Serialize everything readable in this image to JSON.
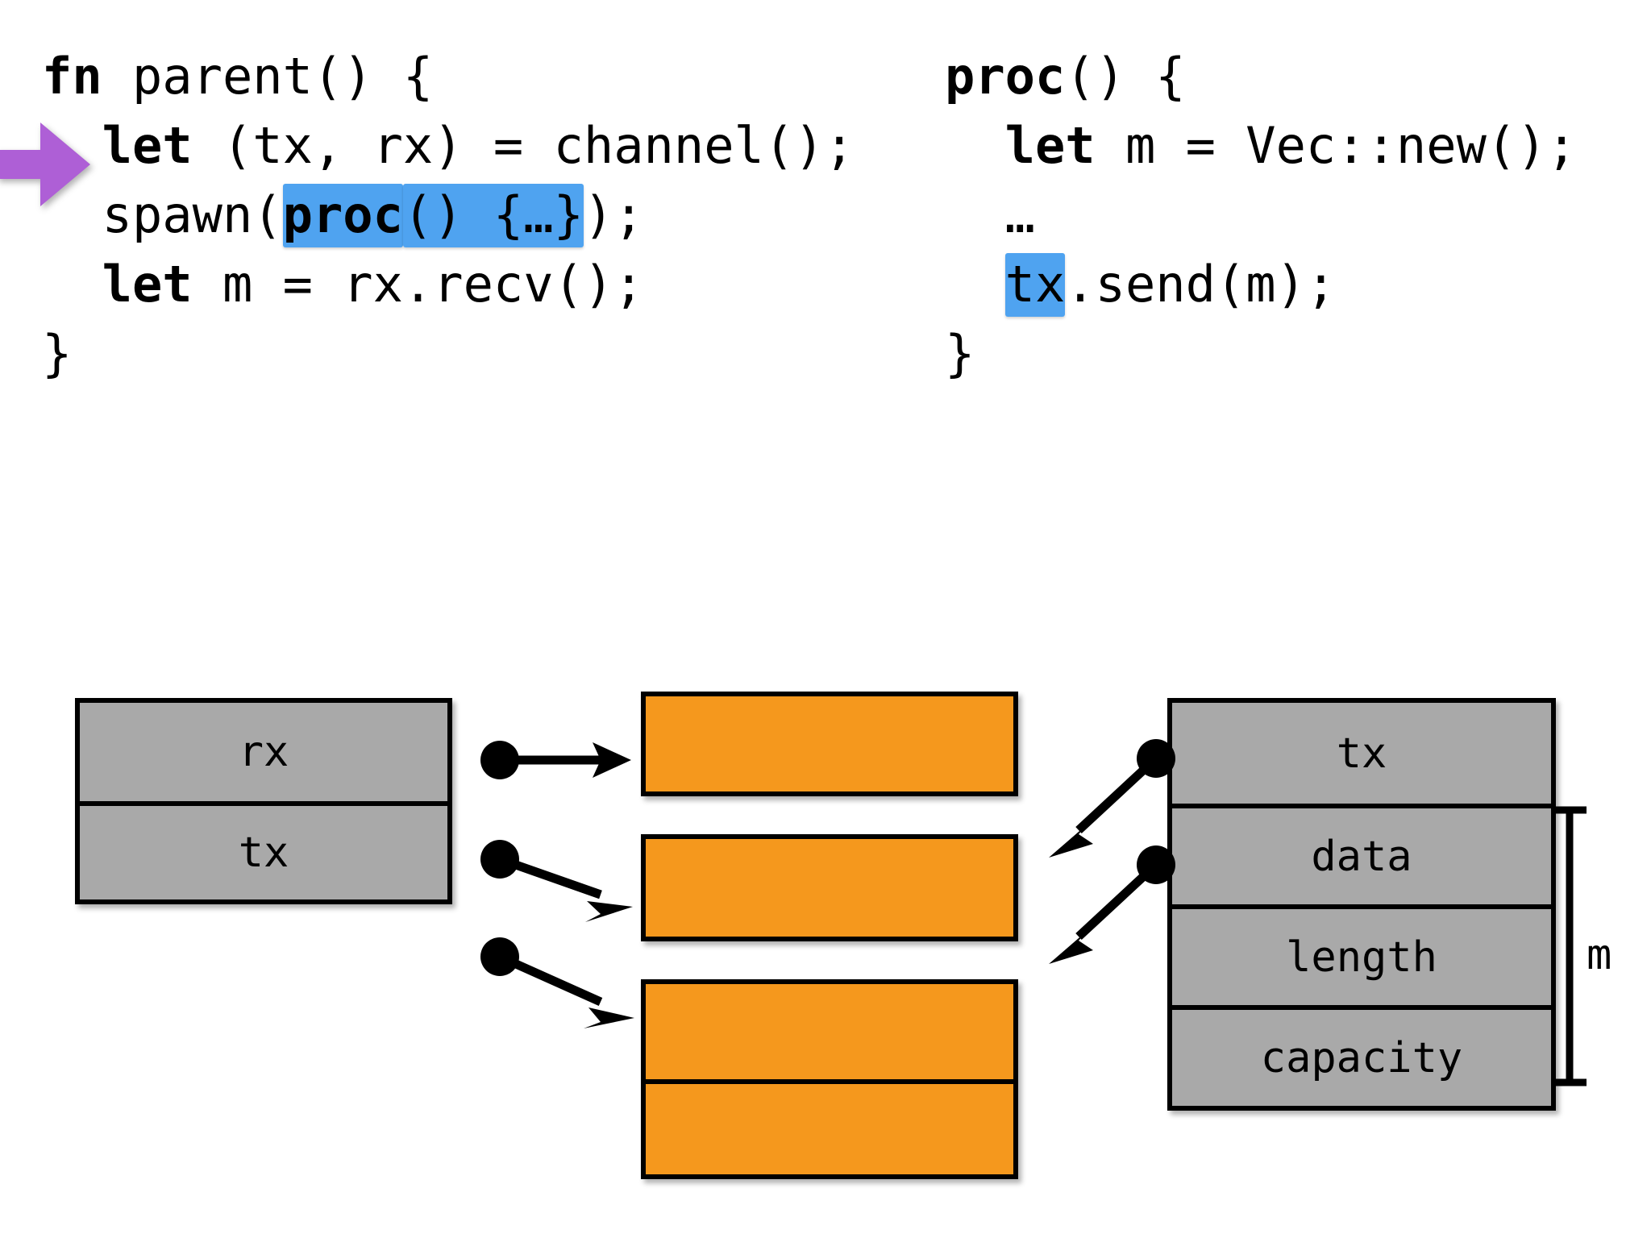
{
  "code": {
    "left": {
      "lines": [
        [
          {
            "t": "fn",
            "style": "kw"
          },
          {
            "t": " parent() {",
            "style": "plain"
          }
        ],
        [
          {
            "t": "  ",
            "style": "plain"
          },
          {
            "t": "let",
            "style": "kw"
          },
          {
            "t": " (tx, rx) = channel();",
            "style": "plain"
          }
        ],
        [
          {
            "t": "  spawn(",
            "style": "plain"
          },
          {
            "t": "proc",
            "style": "kw-hl"
          },
          {
            "t": "() {…}",
            "style": "hl"
          },
          {
            "t": ");",
            "style": "plain"
          }
        ],
        [
          {
            "t": "  ",
            "style": "plain"
          },
          {
            "t": "let",
            "style": "kw"
          },
          {
            "t": " m = rx.recv();",
            "style": "plain"
          }
        ],
        [
          {
            "t": "}",
            "style": "plain"
          }
        ]
      ]
    },
    "right": {
      "lines": [
        [
          {
            "t": "proc",
            "style": "kw"
          },
          {
            "t": "() {",
            "style": "plain"
          }
        ],
        [
          {
            "t": "  ",
            "style": "plain"
          },
          {
            "t": "let",
            "style": "kw"
          },
          {
            "t": " m = Vec::new();",
            "style": "plain"
          }
        ],
        [
          {
            "t": "  …",
            "style": "plain"
          }
        ],
        [
          {
            "t": "  ",
            "style": "plain"
          },
          {
            "t": "tx",
            "style": "hl"
          },
          {
            "t": ".send(m);",
            "style": "plain"
          }
        ],
        [
          {
            "t": "}",
            "style": "plain"
          }
        ]
      ]
    }
  },
  "diagram": {
    "struct_left": {
      "name": "channel-endpoints",
      "cells": [
        "rx",
        "tx"
      ]
    },
    "struct_right": {
      "name": "vec-and-tx",
      "cells": [
        "tx",
        "data",
        "length",
        "capacity"
      ]
    },
    "heap_blocks": [
      {
        "name": "heap-block-1",
        "cells": 1
      },
      {
        "name": "heap-block-2",
        "cells": 1
      },
      {
        "name": "heap-block-3",
        "cells": 2
      }
    ],
    "bracket_label": "m"
  },
  "colors": {
    "highlight": "#4FA3F0",
    "cursor_arrow": "#AE5FD6",
    "struct_fill": "#A9A9A9",
    "heap_fill": "#F5981D",
    "stroke": "#000000"
  },
  "icons": {
    "cursor": "cursor-arrow-right-icon",
    "pointer_dot": "pointer-dot-icon",
    "arrow_head": "arrow-head-icon",
    "bracket": "span-bracket-icon"
  }
}
